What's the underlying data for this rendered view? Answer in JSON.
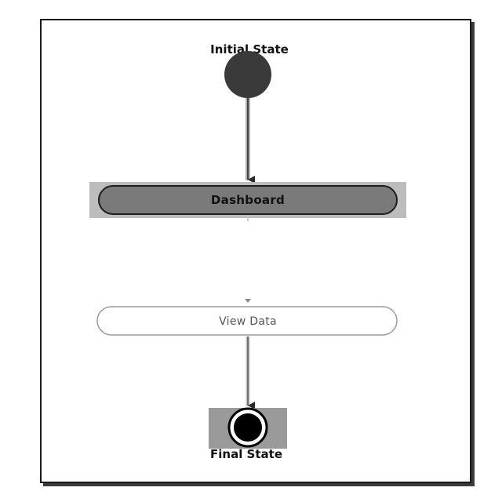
{
  "diagram": {
    "initial_state": {
      "label": "Initial State"
    },
    "final_state": {
      "label": "Final State"
    },
    "nodes": [
      {
        "id": "dashboard",
        "label": "Dashboard",
        "fill": "#7a7a7a"
      },
      {
        "id": "view-data",
        "label": "View Data",
        "fill": "#ffffff"
      }
    ],
    "transitions": [
      {
        "from": "initial",
        "to": "dashboard"
      },
      {
        "from": "dashboard",
        "to": "view-data"
      },
      {
        "from": "view-data",
        "to": "final"
      }
    ]
  },
  "colors": {
    "frame": "#1a1a1a",
    "initial_fill": "#3a3a3a",
    "dashboard_fill": "#7a7a7a",
    "final_fill": "#000000"
  }
}
